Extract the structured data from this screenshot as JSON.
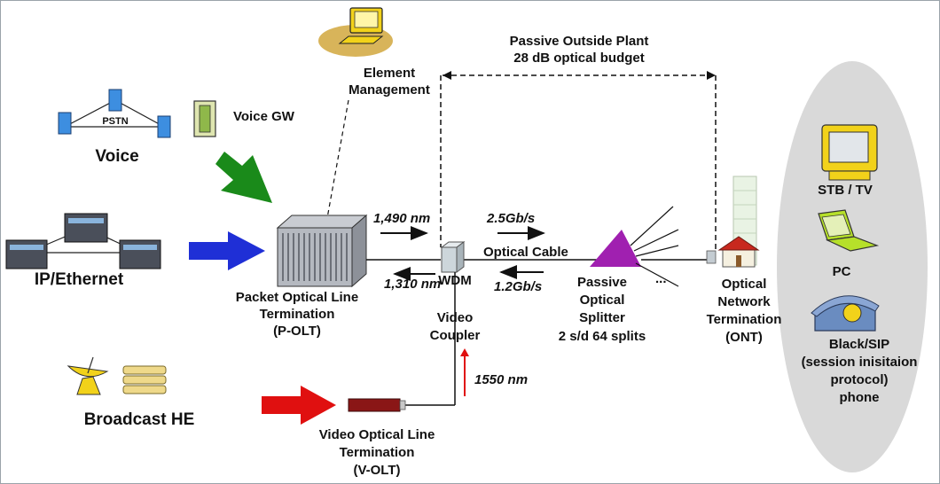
{
  "labels": {
    "passive_outside_plant": "Passive Outside Plant",
    "optical_budget": "28 dB optical budget",
    "element_management_1": "Element",
    "element_management_2": "Management",
    "pstn": "PSTN",
    "voice": "Voice",
    "voice_gw": "Voice GW",
    "ip_ethernet": "IP/Ethernet",
    "broadcast_he": "Broadcast HE",
    "polt_1": "Packet Optical Line",
    "polt_2": "Termination",
    "polt_3": "(P-OLT)",
    "wl_1490": "1,490 nm",
    "wl_1310": "1,310 nm",
    "wl_1550": "1550 nm",
    "rate_down": "2.5Gb/s",
    "rate_up": "1.2Gb/s",
    "optical_cable": "Optical Cable",
    "wdm_1": "WDM",
    "wdm_2": "Video",
    "wdm_3": "Coupler",
    "splitter_1": "Passive",
    "splitter_2": "Optical",
    "splitter_3": "Splitter",
    "splitter_4": "2 s/d 64 splits",
    "ellipsis": "...",
    "ont_1": "Optical",
    "ont_2": "Network",
    "ont_3": "Termination",
    "ont_4": "(ONT)",
    "volt_1": "Video Optical Line",
    "volt_2": "Termination",
    "volt_3": "(V-OLT)",
    "stb_tv": "STB / TV",
    "pc": "PC",
    "phone_1": "Black/SIP",
    "phone_2": "(session inisitaion",
    "phone_3": "protocol)",
    "phone_4": "phone"
  },
  "colors": {
    "voice_arrow": "#1a8a1a",
    "ip_arrow": "#1f2fd6",
    "broadcast_arrow": "#e01010",
    "splitter": "#a020b0",
    "wl_1550_arrow": "#e01010",
    "customer_oval": "#d9d9d9",
    "device_yellow": "#f2d21a",
    "device_green": "#b6e02a",
    "phone_blue": "#6a8cc0"
  },
  "icons": {
    "element_management": "workstation-icon",
    "pstn_switch": "switch-icon",
    "voice_gw": "gateway-icon",
    "ethernet_switch": "ethernet-switch-icon",
    "satellite": "satellite-dish-icon",
    "broadcast_server": "server-stack-icon",
    "polt": "olt-chassis-icon",
    "wdm": "coupler-box-icon",
    "splitter": "splitter-triangle-icon",
    "ont": "house-building-icon",
    "volt": "video-olt-icon",
    "tv": "tv-icon",
    "laptop": "laptop-icon",
    "phone": "phone-icon"
  }
}
